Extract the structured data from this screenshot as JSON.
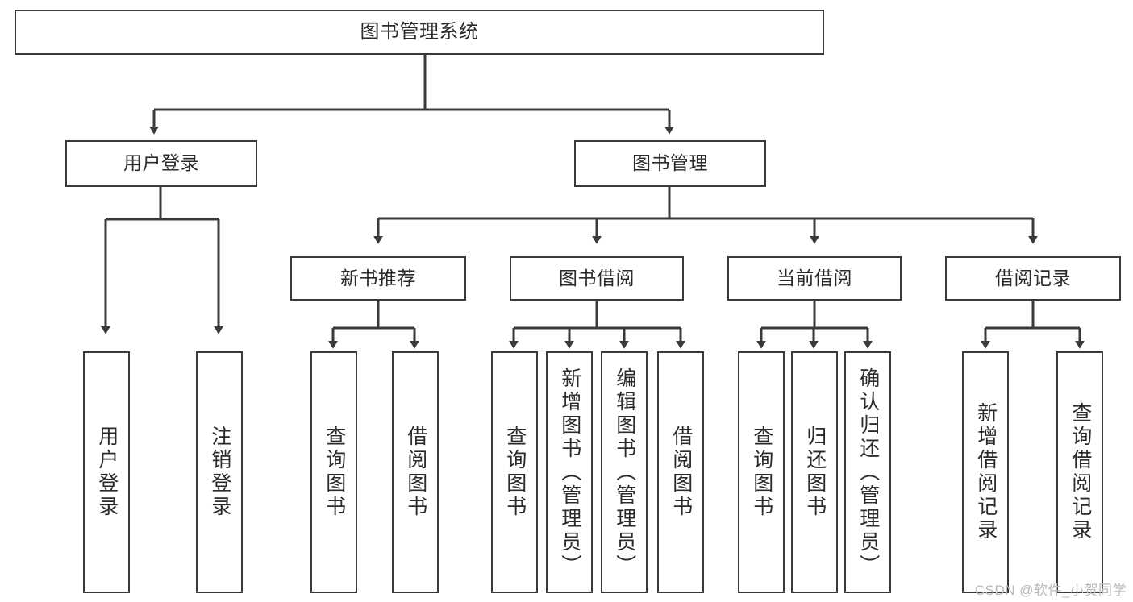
{
  "diagram": {
    "title": "图书管理系统",
    "watermark": "CSDN @软件_小贺同学",
    "stroke_color": "#3a3a3a",
    "text_color": "#2b2b2b",
    "background": "#ffffff"
  },
  "nodes": {
    "root": {
      "label": "图书管理系统"
    },
    "level2": [
      {
        "label": "用户登录"
      },
      {
        "label": "图书管理"
      }
    ],
    "level3": [
      {
        "label": "新书推荐"
      },
      {
        "label": "图书借阅"
      },
      {
        "label": "当前借阅"
      },
      {
        "label": "借阅记录"
      }
    ],
    "login_children": [
      {
        "label": "用户登录"
      },
      {
        "label": "注销登录"
      }
    ],
    "recommend_children": [
      {
        "label": "查询图书"
      },
      {
        "label": "借阅图书"
      }
    ],
    "borrow_children": [
      {
        "label": "查询图书"
      },
      {
        "label": "新增图书（管理员）"
      },
      {
        "label": "编辑图书（管理员）"
      },
      {
        "label": "借阅图书"
      }
    ],
    "current_children": [
      {
        "label": "查询图书"
      },
      {
        "label": "归还图书"
      },
      {
        "label": "确认归还（管理员）"
      }
    ],
    "record_children": [
      {
        "label": "新增借阅记录"
      },
      {
        "label": "查询借阅记录"
      }
    ]
  }
}
